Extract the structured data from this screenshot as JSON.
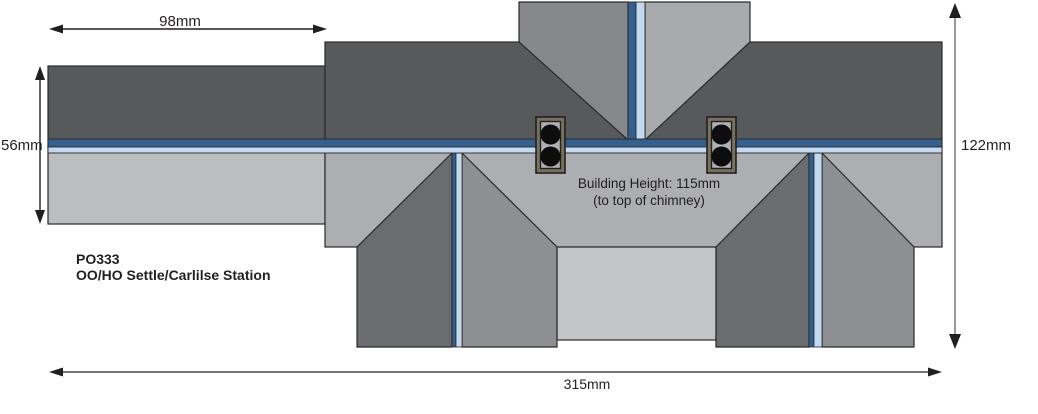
{
  "product": {
    "code": "PO333",
    "name": "OO/HO Settle/Carlilse Station"
  },
  "building_note": {
    "line1": "Building Height: 115mm",
    "line2": "(to top of chimney)"
  },
  "dimensions": {
    "left_wing_width": {
      "label": "98mm"
    },
    "left_wing_depth": {
      "label": "56mm"
    },
    "main_depth": {
      "label": "122mm"
    },
    "overall_width": {
      "label": "315mm"
    }
  },
  "palette": {
    "ink": "#231F20",
    "outline": "#2B292A",
    "dim_line_grey": "#87898C",
    "roof_dark": "#58595B",
    "roof_medium": "#85878A",
    "roof_mid": "#8D8F92",
    "roof_slate": "#6A6C6F",
    "roof_light": "#ACAEB1",
    "roof_lighter": "#BBBDBF",
    "roof_pale": "#C4C5C7",
    "gable_east": "#A8AAAD",
    "ridge_dark_blue": "#33608F",
    "ridge_light_blue": "#C3D9F0",
    "chimney_frame": "#74745E",
    "chimney_inner": "#AEB0B3",
    "chimney_pot": "#0D0D0D",
    "background": "#FFFFFF"
  }
}
